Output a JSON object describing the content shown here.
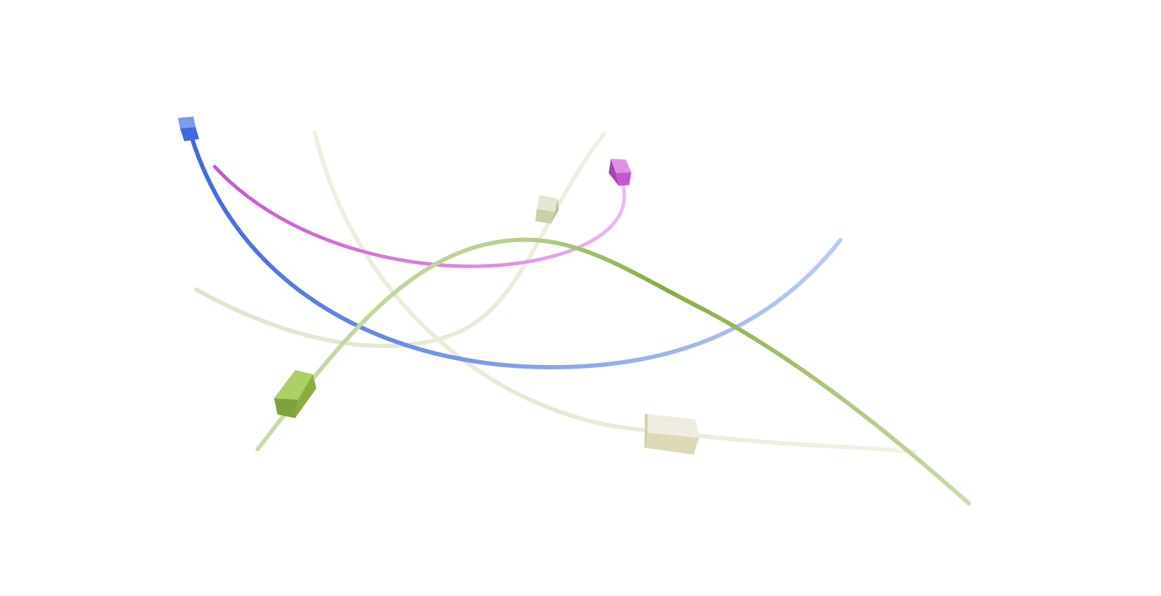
{
  "scene": {
    "background": "#ffffff",
    "objects": [
      {
        "name": "blue-tube",
        "color": "#3f68e0",
        "fade": "#b9ccf3",
        "kind": "tube-with-cube"
      },
      {
        "name": "magenta-tube",
        "color": "#c457cf",
        "fade": "#edb9ef",
        "kind": "tube-with-cube"
      },
      {
        "name": "olive-green-tube",
        "color": "#86ad45",
        "fade": "#c9dca7",
        "kind": "tube-with-cube"
      },
      {
        "name": "pale-sage-tube-1",
        "color": "#c9d3ad",
        "fade": "#ecefe0",
        "kind": "tube-with-cube"
      },
      {
        "name": "pale-sage-tube-2",
        "color": "#d8dcc2",
        "fade": "#eef0e2",
        "kind": "tube"
      },
      {
        "name": "cream-tube",
        "color": "#dedab5",
        "fade": "#f1f0e3",
        "kind": "tube-with-cube"
      }
    ]
  }
}
